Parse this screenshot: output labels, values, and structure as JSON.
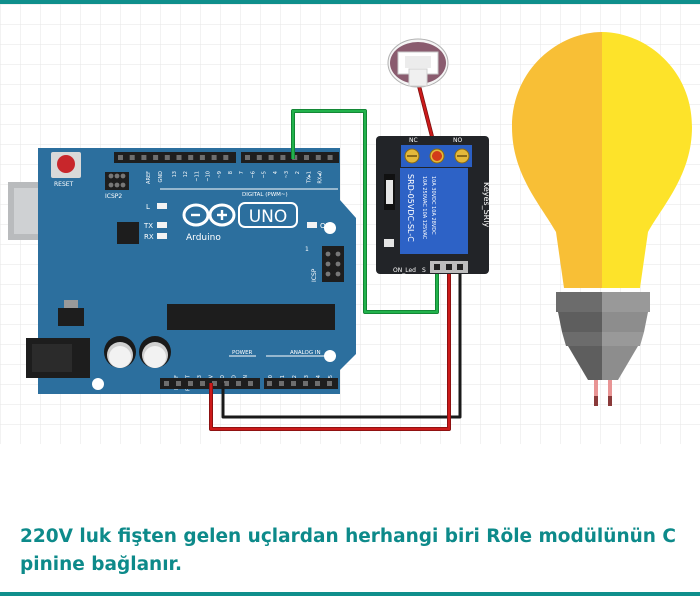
{
  "colors": {
    "top_bar": "#0f8f8c",
    "bottom_bar": "#0f8f8c",
    "caption": "#0d8a8a",
    "board": "#2c6f9e",
    "relay_module": "#222428",
    "relay_coil": "#2d62c6",
    "bulb_left": "#f8bf36",
    "bulb_right": "#fde32a",
    "wire_signal": "#22b24c",
    "wire_power": "#cc1a1a",
    "wire_ground": "#1a1a1a"
  },
  "board": {
    "reset_label": "RESET",
    "icsp2_label": "ICSP2",
    "aref_label": "AREF",
    "gnd_label": "GND",
    "digital_pins": [
      "13",
      "12",
      "~11",
      "~10",
      "~9",
      "8",
      "7",
      "~6",
      "~5",
      "4",
      "~3",
      "2",
      "TX▸1",
      "RX◂0"
    ],
    "digital_label": "DIGITAL (PWM~)",
    "led_l": "L",
    "led_tx": "TX",
    "led_rx": "RX",
    "led_on": "ON",
    "uno_label": "UNO",
    "brand": "Arduino",
    "icsp_label": "ICSP",
    "icsp_pin1": "1",
    "power_label": "POWER",
    "power_pins": [
      "IOREF",
      "RESET",
      "3V3",
      "5V",
      "GND",
      "GND",
      "VIN"
    ],
    "analog_label": "ANALOG IN",
    "analog_pins": [
      "A0",
      "A1",
      "A2",
      "A3",
      "A4",
      "A5"
    ]
  },
  "relay": {
    "nc": "NC",
    "no": "NO",
    "coil_lines": [
      "SRD-05VDC-SL-C",
      "10A 250VAC 10A 125VAC",
      "10A 30VDC 10A 28VDC"
    ],
    "brand": "Keyes_SRly",
    "on_led": "ON_Led",
    "s_pin": "S"
  },
  "caption": "220V luk fişten gelen uçlardan herhangi biri Röle modülünün C pinine bağlanır."
}
